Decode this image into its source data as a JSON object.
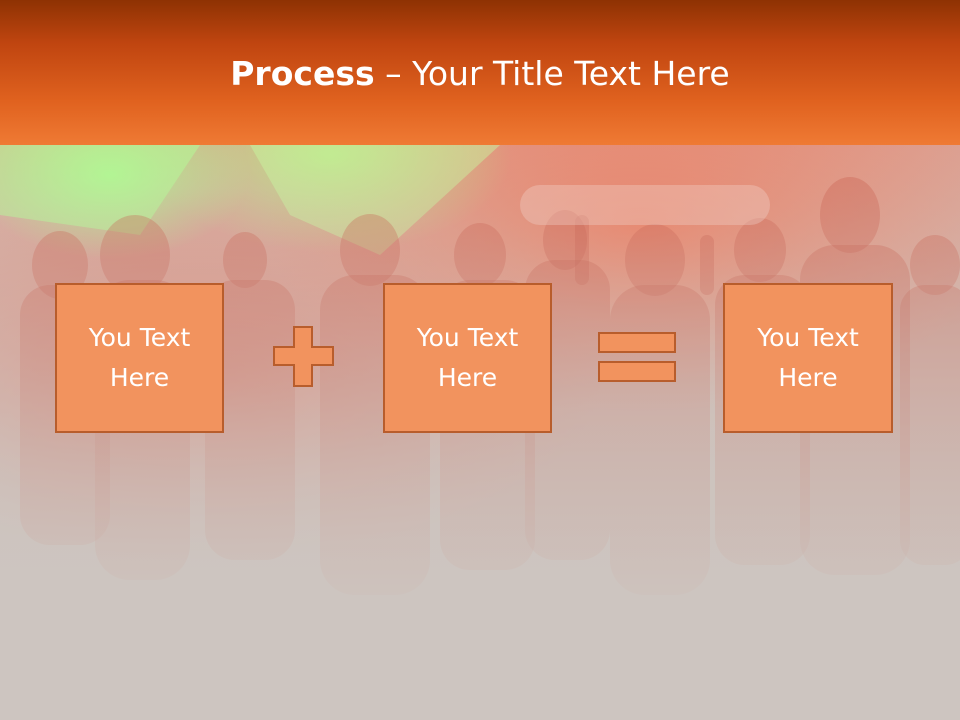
{
  "slide": {
    "title_bold": "Process",
    "title_rest": " – Your Title Text Here",
    "boxes": [
      {
        "text": "You Text\nHere"
      },
      {
        "text": "You Text\nHere"
      },
      {
        "text": "You Text\nHere"
      }
    ],
    "operators": [
      "plus-icon",
      "equals-icon"
    ]
  },
  "colors": {
    "header": "#e0621f",
    "box_fill": "#f2935e",
    "box_border": "#b85d2c",
    "text": "#ffffff",
    "background": "#cdc5c0"
  }
}
